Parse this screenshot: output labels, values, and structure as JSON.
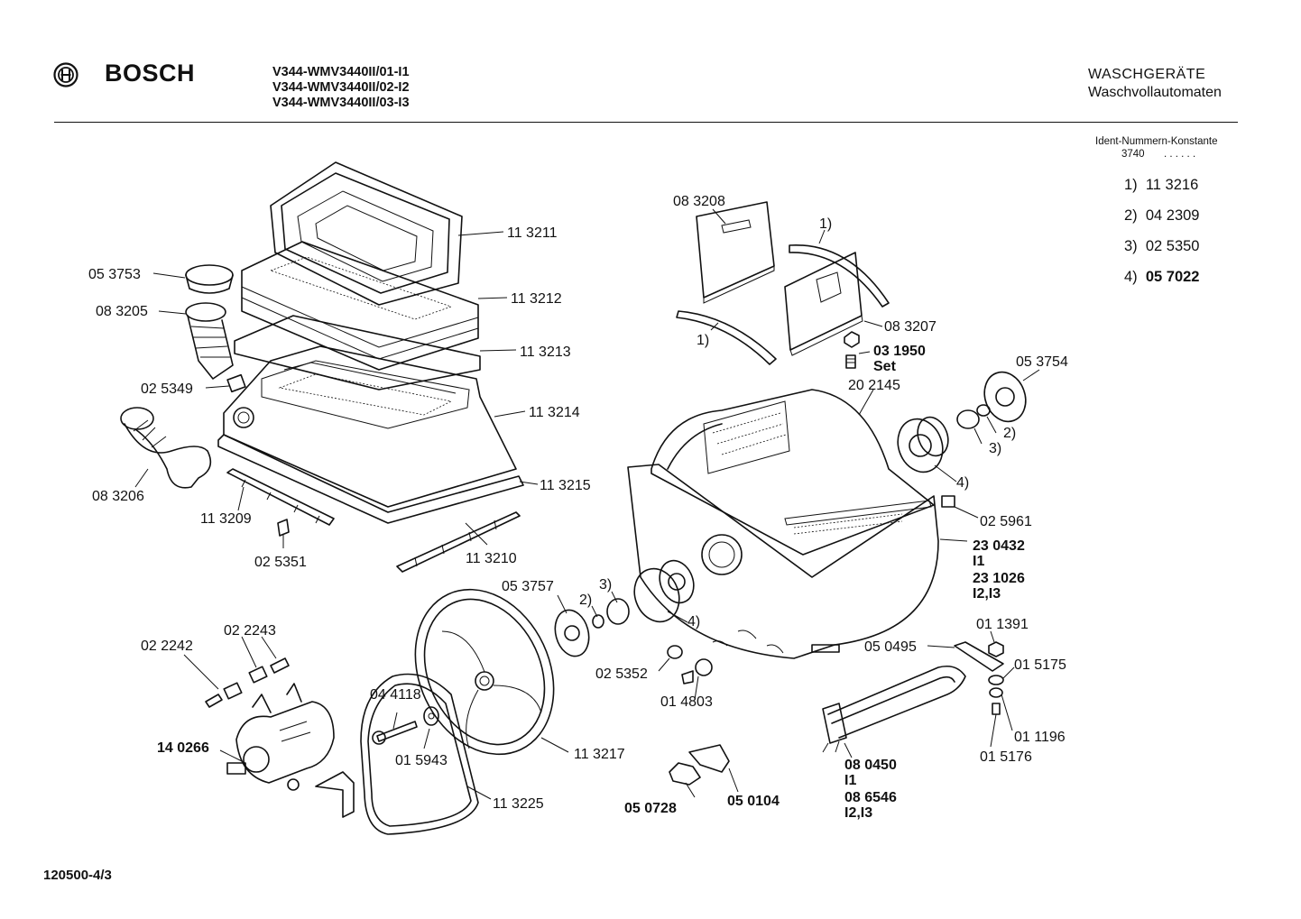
{
  "header": {
    "brand": "BOSCH",
    "models": [
      "V344-WMV3440II/01-I1",
      "V344-WMV3440II/02-I2",
      "V344-WMV3440II/03-I3"
    ],
    "category": "WASCHGERÄTE",
    "subcategory": "Waschvollautomaten"
  },
  "ident_constants": {
    "title": "Ident-Nummern-Konstante",
    "prefix": "3740",
    "placeholder": ". .  . . . .",
    "items": [
      {
        "ref": "1)",
        "number": "11 3216",
        "bold": false
      },
      {
        "ref": "2)",
        "number": "04 2309",
        "bold": false
      },
      {
        "ref": "3)",
        "number": "02 5350",
        "bold": false
      },
      {
        "ref": "4)",
        "number": "05 7022",
        "bold": true
      }
    ]
  },
  "part_labels": [
    "11 3211",
    "11 3212",
    "11 3213",
    "11 3214",
    "11 3215",
    "05 3753",
    "08 3205",
    "02 5349",
    "08 3206",
    "11 3209",
    "02 5351",
    "11 3210",
    "08 3208",
    "1)",
    "1)",
    "08 3207",
    "03 1950",
    "Set",
    "20 2145",
    "05 3754",
    "2)",
    "3)",
    "4)",
    "02 5961",
    "23 0432",
    "I1",
    "23 1026",
    "I2,I3",
    "05 3757",
    "3)",
    "2)",
    "4)",
    "02 5352",
    "01 4803",
    "02 2242",
    "02 2243",
    "14 0266",
    "04 4118",
    "01 5943",
    "11 3217",
    "11 3225",
    "05 0728",
    "05 0104",
    "01 1391",
    "05 0495",
    "01 5175",
    "01 1196",
    "01 5176",
    "08 0450",
    "I1",
    "08 6546",
    "I2,I3"
  ],
  "footer": {
    "page_ref": "120500-4/3"
  }
}
